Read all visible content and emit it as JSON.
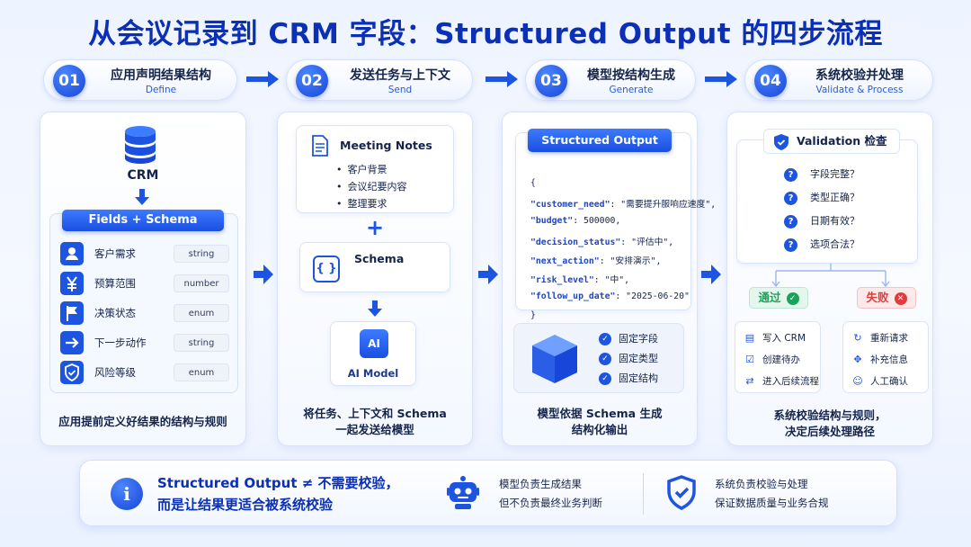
{
  "title": "从会议记录到 CRM 字段：Structured Output 的四步流程",
  "colors": {
    "primary": "#1e55e0",
    "title": "#0b2fb5",
    "pass": "#19a35a",
    "fail": "#e23b3b"
  },
  "steps": [
    {
      "num": "01",
      "zh": "应用声明结果结构",
      "en": "Define"
    },
    {
      "num": "02",
      "zh": "发送任务与上下文",
      "en": "Send"
    },
    {
      "num": "03",
      "zh": "模型按结构生成",
      "en": "Generate"
    },
    {
      "num": "04",
      "zh": "系统校验并处理",
      "en": "Validate & Process"
    }
  ],
  "panel1": {
    "db_label": "CRM",
    "fields_head": "Fields + Schema",
    "fields": [
      {
        "name": "客户需求",
        "type": "string",
        "icon": "user-icon"
      },
      {
        "name": "预算范围",
        "type": "number",
        "icon": "yen-icon"
      },
      {
        "name": "决策状态",
        "type": "enum",
        "icon": "flag-icon"
      },
      {
        "name": "下一步动作",
        "type": "string",
        "icon": "arrow-right-icon"
      },
      {
        "name": "风险等级",
        "type": "enum",
        "icon": "shield-check-icon"
      }
    ],
    "caption": "应用提前定义好结果的结构与规则"
  },
  "panel2": {
    "notes_title": "Meeting Notes",
    "notes": [
      "客户背景",
      "会议纪要内容",
      "整理要求"
    ],
    "plus": "+",
    "schema_label": "Schema",
    "schema_icon_text": "{ }",
    "ai_chip": "AI",
    "ai_label": "AI Model",
    "caption_1": "将任务、上下文和 Schema",
    "caption_2": "一起发送给模型"
  },
  "panel3": {
    "head": "Structured Output",
    "open_brace": "{",
    "close_brace": "}",
    "lines": [
      {
        "key": "\"customer_need\"",
        "val": ": \"需要提升服响应速度\","
      },
      {
        "key": "\"budget\"",
        "val": ": 500000,"
      },
      {
        "key": "\"decision_status\"",
        "val": ": \"评估中\","
      },
      {
        "key": "\"next_action\"",
        "val": ": \"安排演示\","
      },
      {
        "key": "\"risk_level\"",
        "val": ": \"中\","
      },
      {
        "key": "\"follow_up_date\"",
        "val": ": \"2025-06-20\""
      }
    ],
    "fixed": [
      "固定字段",
      "固定类型",
      "固定结构"
    ],
    "caption_1": "模型依据 Schema 生成",
    "caption_2": "结构化输出"
  },
  "panel4": {
    "head": "Validation 检查",
    "checks": [
      "字段完整？",
      "类型正确？",
      "日期有效？",
      "选项合法？"
    ],
    "pass_label": "通过",
    "fail_label": "失败",
    "pass_actions": [
      {
        "icon": "document-icon",
        "label": "写入 CRM"
      },
      {
        "icon": "checklist-icon",
        "label": "创建待办"
      },
      {
        "icon": "workflow-icon",
        "label": "进入后续流程"
      }
    ],
    "fail_actions": [
      {
        "icon": "refresh-icon",
        "label": "重新请求"
      },
      {
        "icon": "cross-arrows-icon",
        "label": "补充信息"
      },
      {
        "icon": "person-icon",
        "label": "人工确认"
      }
    ],
    "caption_1": "系统校验结构与规则，",
    "caption_2": "决定后续处理路径"
  },
  "bottom": {
    "info_glyph": "i",
    "line1": "Structured Output ≠ 不需要校验，",
    "line2": "而是让结果更适合被系统校验",
    "model_1": "模型负责生成结果",
    "model_2": "但不负责最终业务判断",
    "system_1": "系统负责校验与处理",
    "system_2": "保证数据质量与业务合规"
  }
}
